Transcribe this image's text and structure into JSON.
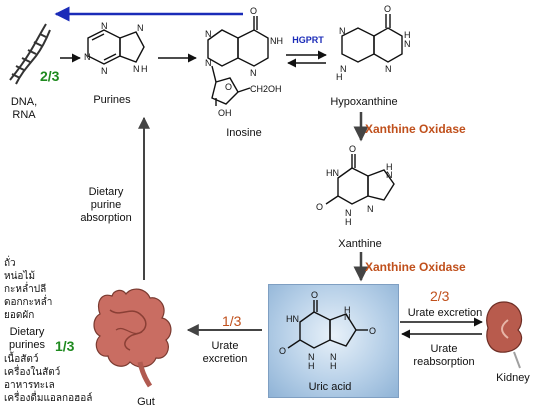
{
  "labels": {
    "dna_rna": "DNA,\nRNA",
    "purines": "Purines",
    "inosine": "Inosine",
    "hypoxanthine": "Hypoxanthine",
    "xanthine": "Xanthine",
    "uric_acid": "Uric acid",
    "gut": "Gut",
    "kidney": "Kidney",
    "hgprt": "HGPRT",
    "xo_1": "Xanthine Oxidase",
    "xo_2": "Xanthine Oxidase",
    "dietary_absorption": "Dietary\npurine\nabsorption",
    "dietary_purines": "Dietary\npurines",
    "urate_excretion_gut": "Urate\nexcretion",
    "urate_excretion_kidney": "Urate excretion",
    "urate_reabsorption": "Urate\nreabsorption",
    "frac_dna": "2/3",
    "frac_gut_out": "1/3",
    "frac_kidney": "2/3",
    "frac_diet": "1/3"
  },
  "thai_plant_foods": [
    "ถั่ว",
    "หน่อไม้",
    "กะหล่ำปลี",
    "ดอกกะหล่ำ",
    "ยอดผัก"
  ],
  "thai_animal_foods": [
    "เนื้อสัตว์",
    "เครื่องในสัตว์",
    "อาหารทะเล",
    "เครื่องดื่มแอลกอฮอล์"
  ],
  "colors": {
    "enzyme": "#c0501c",
    "hgprt": "#1a2bb8",
    "blue_arrow": "#1a2bb8",
    "fraction_green": "#1f8a1f",
    "fraction_red": "#c0501c",
    "uric_panel": "#b7d0e8"
  }
}
